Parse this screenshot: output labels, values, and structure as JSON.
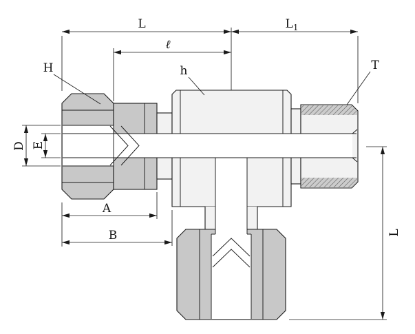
{
  "diagram": {
    "labels": {
      "run_length": "L",
      "branch_right_length_base": "L",
      "branch_right_length_sub": "1",
      "center_length": "ℓ",
      "nut_across_flats": "H",
      "body_across_flats": "h",
      "thread_size": "T",
      "tube_od": "D",
      "tube_bore": "E",
      "dim_a": "A",
      "dim_b": "B",
      "vertical_length": "L"
    },
    "colors": {
      "line": "#1a1a1a",
      "nut_fill": "#c8c8c8",
      "body_fill": "#f2f2f2",
      "thread_fill": "#cccccc",
      "background": "#ffffff"
    }
  }
}
